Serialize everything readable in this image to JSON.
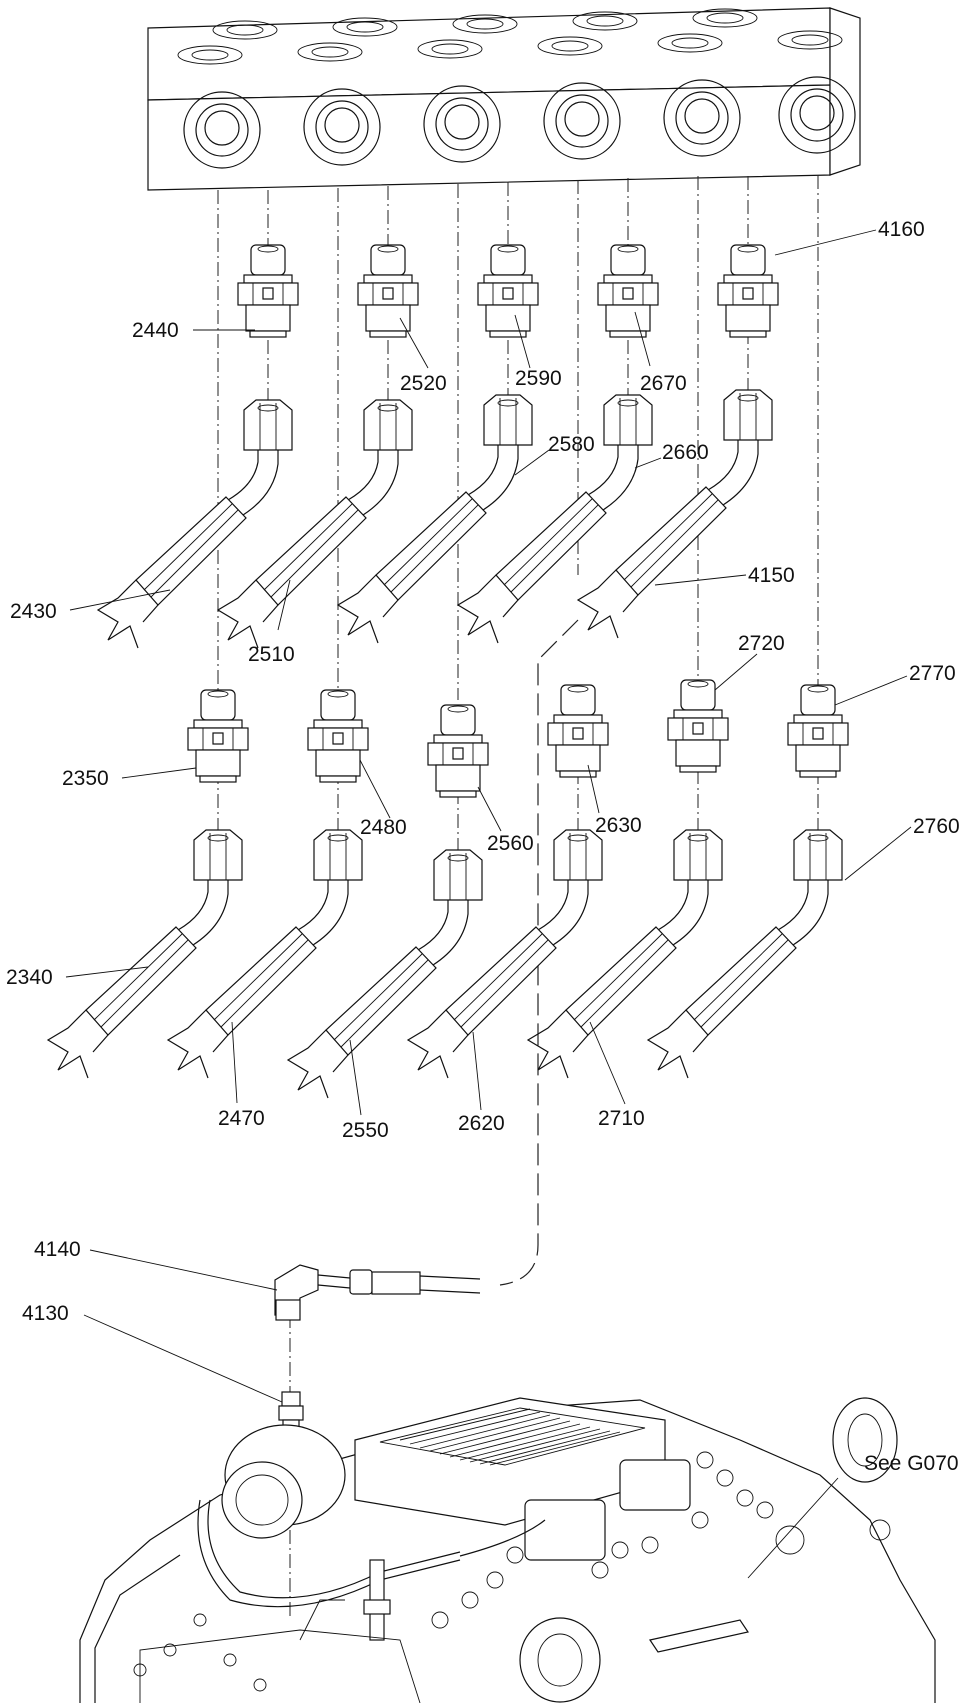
{
  "diagram": {
    "callouts": {
      "c4160": "4160",
      "c2440": "2440",
      "c2520": "2520",
      "c2590": "2590",
      "c2670": "2670",
      "c2580": "2580",
      "c2660": "2660",
      "c2430": "2430",
      "c2510": "2510",
      "c4150": "4150",
      "c2720": "2720",
      "c2770": "2770",
      "c2350": "2350",
      "c2480": "2480",
      "c2560": "2560",
      "c2630": "2630",
      "c2760": "2760",
      "c2340": "2340",
      "c2470": "2470",
      "c2550": "2550",
      "c2620": "2620",
      "c2710": "2710",
      "c4140": "4140",
      "c4130": "4130"
    },
    "reference": "See G070"
  }
}
